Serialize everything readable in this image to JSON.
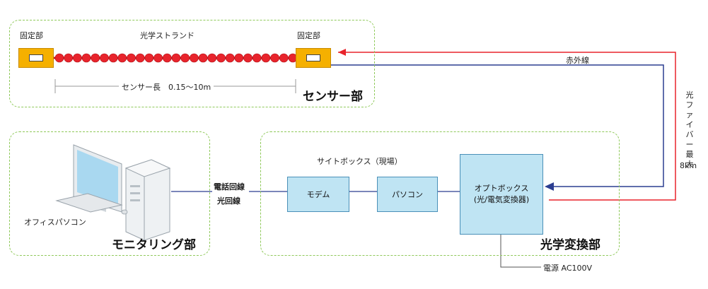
{
  "sensor": {
    "title": "センサー部",
    "fixed_left": "固定部",
    "fixed_right": "固定部",
    "strand": "光学ストランド",
    "length": "センサー長　0.15～10m"
  },
  "fiber": {
    "infrared": "赤外線",
    "fiber_max_lines": [
      "光",
      "ファ",
      "イ",
      "バ",
      "ー",
      "最",
      "大"
    ],
    "fiber_dist": "8km"
  },
  "monitoring": {
    "title": "モニタリング部",
    "pc_label": "オフィスパソコン"
  },
  "line": {
    "l1": "電話回線",
    "l2": "光回線"
  },
  "conversion": {
    "title": "光学変換部",
    "sitebox": "サイトボックス（現場）",
    "modem": "モデム",
    "pc": "パソコン",
    "optbox_l1": "オプトボックス",
    "optbox_l2": "(光/電気変換器)",
    "power": "電源 AC100V"
  },
  "colors": {
    "dashed_border": "#8fc95a",
    "fixed_block": "#f5b000",
    "strand_bead": "#e8242c",
    "infrared_line": "#e8242c",
    "return_line": "#2c3e91",
    "box_fill": "#bfe4f3"
  }
}
